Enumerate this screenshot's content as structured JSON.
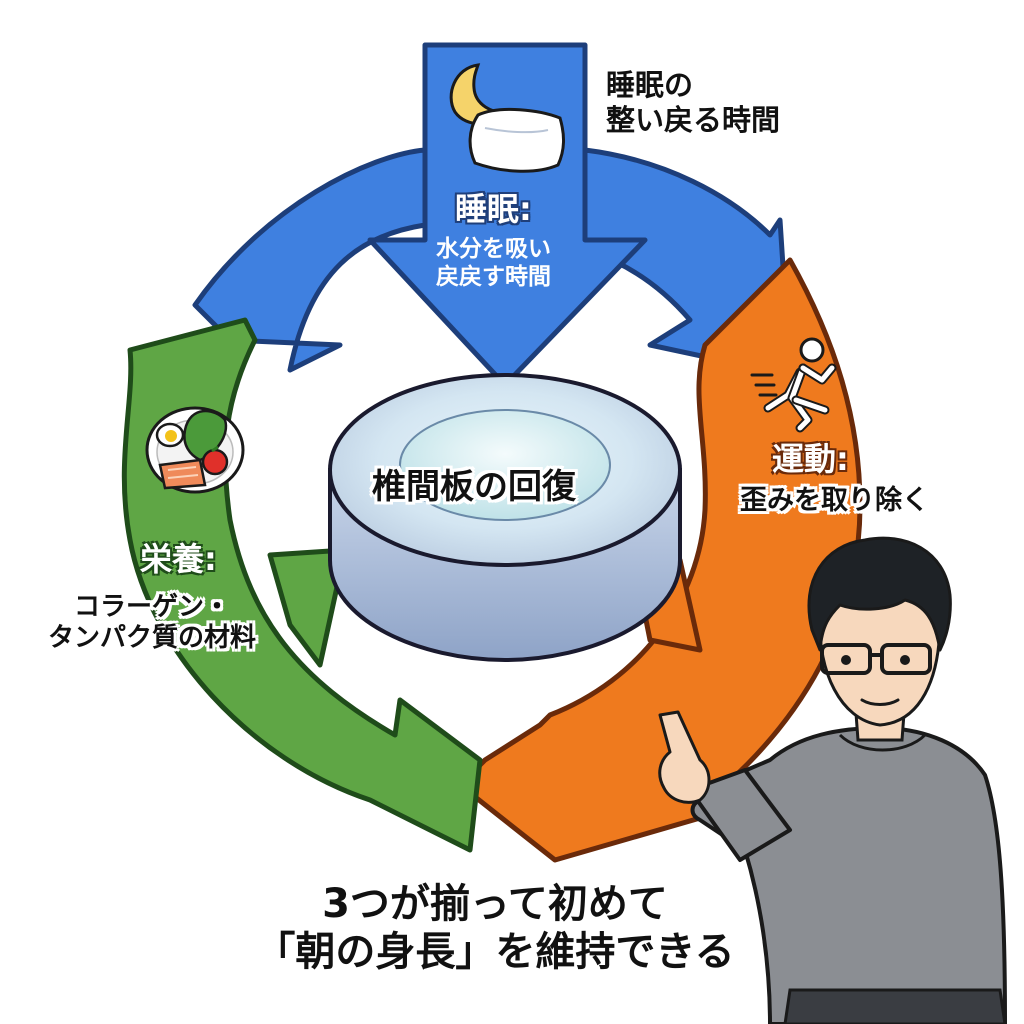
{
  "sleep_note": {
    "line1": "睡眠の",
    "line2": "整い戻る時間"
  },
  "sleep": {
    "title": "睡眠:",
    "line1": "水分を吸い",
    "line2": "戻戻す時間",
    "color": "#3f80e0"
  },
  "exercise": {
    "title": "運動:",
    "line1": "歪みを取り除く",
    "color": "#ef7a1e"
  },
  "nutrition": {
    "title": "栄養:",
    "line1": "コラーゲン・",
    "line2": "タンパク質の材料",
    "color": "#5fa645"
  },
  "center": {
    "label": "椎間板の回復"
  },
  "footer": {
    "line1": "3つが揃って初めて",
    "line2": "「朝の身長」を維持できる"
  },
  "icons": {
    "sleep": "moon-pillow-icon",
    "exercise": "running-person-icon",
    "nutrition": "food-plate-icon"
  }
}
